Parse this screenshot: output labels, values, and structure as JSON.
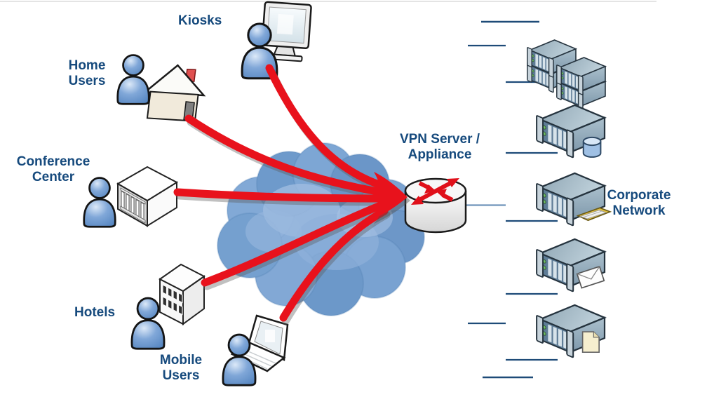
{
  "diagram_type": "vpn-network-topology",
  "labels": {
    "kiosks": "Kiosks",
    "home_line1": "Home",
    "home_line2": "Users",
    "conference_line1": "Conference",
    "conference_line2": "Center",
    "hotels": "Hotels",
    "mobile_line1": "Mobile",
    "mobile_line2": "Users",
    "vpn_line1": "VPN Server /",
    "vpn_line2": "Appliance",
    "corporate_line1": "Corporate",
    "corporate_line2": "Network"
  },
  "nodes": {
    "sources": [
      {
        "id": "kiosks",
        "label": "Kiosks",
        "icons": [
          "user-icon",
          "monitor-icon"
        ]
      },
      {
        "id": "home-users",
        "label": "Home Users",
        "icons": [
          "user-icon",
          "house-icon"
        ]
      },
      {
        "id": "conference-center",
        "label": "Conference Center",
        "icons": [
          "user-icon",
          "conference-building-icon"
        ]
      },
      {
        "id": "hotels",
        "label": "Hotels",
        "icons": [
          "user-icon",
          "hotel-building-icon"
        ]
      },
      {
        "id": "mobile-users",
        "label": "Mobile Users",
        "icons": [
          "user-icon",
          "laptop-icon"
        ]
      }
    ],
    "transit": {
      "id": "internet-cloud",
      "icon": "cloud-icon"
    },
    "hub": {
      "id": "vpn-server-appliance",
      "label": "VPN Server / Appliance",
      "icon": "router-icon"
    },
    "corporate": {
      "label": "Corporate Network",
      "servers": [
        {
          "id": "rack-server-cluster",
          "icon": "rack-server-icon"
        },
        {
          "id": "database-server",
          "icon": "database-cylinder-icon"
        },
        {
          "id": "network-card-server",
          "icon": "keyboard-card-icon"
        },
        {
          "id": "mail-server",
          "icon": "envelope-icon"
        },
        {
          "id": "file-server",
          "icon": "document-icon"
        }
      ]
    }
  },
  "colors": {
    "label_text": "#164A7D",
    "tunnel_red": "#E8121C",
    "connector_navy": "#1E4B78",
    "connector_light": "#7FA3C8",
    "cloud_blue": "#76A1D2",
    "person_blue": "#6D9BD1",
    "server_steel": "#8FA6B4",
    "led_green": "#6FBF63",
    "router_body": "#F4F4F4"
  }
}
